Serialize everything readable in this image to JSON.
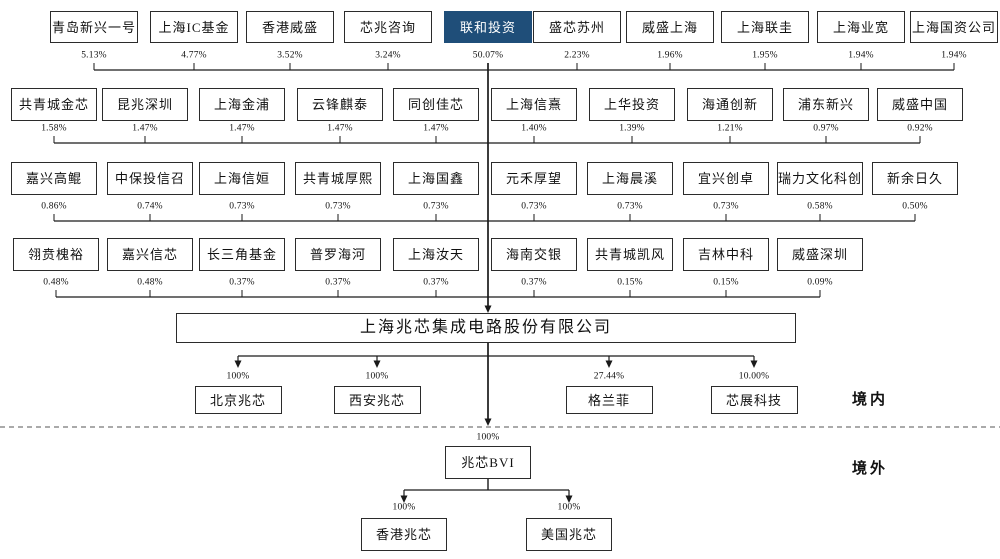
{
  "diagram": {
    "shareholder_rows": [
      {
        "items": [
          {
            "name": "青岛新兴一号",
            "pct": "5.13%"
          },
          {
            "name": "上海IC基金",
            "pct": "4.77%"
          },
          {
            "name": "香港威盛",
            "pct": "3.52%"
          },
          {
            "name": "芯兆咨询",
            "pct": "3.24%"
          },
          {
            "name": "联和投资",
            "pct": "50.07%",
            "highlight": true
          },
          {
            "name": "盛芯苏州",
            "pct": "2.23%"
          },
          {
            "name": "威盛上海",
            "pct": "1.96%"
          },
          {
            "name": "上海联圭",
            "pct": "1.95%"
          },
          {
            "name": "上海业宽",
            "pct": "1.94%"
          },
          {
            "name": "上海国资公司",
            "pct": "1.94%"
          }
        ]
      },
      {
        "items": [
          {
            "name": "共青城金芯",
            "pct": "1.58%"
          },
          {
            "name": "昆兆深圳",
            "pct": "1.47%"
          },
          {
            "name": "上海金浦",
            "pct": "1.47%"
          },
          {
            "name": "云锋麒泰",
            "pct": "1.47%"
          },
          {
            "name": "同创佳芯",
            "pct": "1.47%"
          },
          {
            "name": "上海信熹",
            "pct": "1.40%"
          },
          {
            "name": "上华投资",
            "pct": "1.39%"
          },
          {
            "name": "海通创新",
            "pct": "1.21%"
          },
          {
            "name": "浦东新兴",
            "pct": "0.97%"
          },
          {
            "name": "威盛中国",
            "pct": "0.92%"
          }
        ]
      },
      {
        "items": [
          {
            "name": "嘉兴高鲲",
            "pct": "0.86%"
          },
          {
            "name": "中保投信召",
            "pct": "0.74%"
          },
          {
            "name": "上海信姮",
            "pct": "0.73%"
          },
          {
            "name": "共青城厚熙",
            "pct": "0.73%"
          },
          {
            "name": "上海国鑫",
            "pct": "0.73%"
          },
          {
            "name": "元禾厚望",
            "pct": "0.73%"
          },
          {
            "name": "上海晨溪",
            "pct": "0.73%"
          },
          {
            "name": "宜兴创卓",
            "pct": "0.73%"
          },
          {
            "name": "瑞力文化科创",
            "pct": "0.58%"
          },
          {
            "name": "新余日久",
            "pct": "0.50%"
          }
        ]
      },
      {
        "items": [
          {
            "name": "翎贲槐裕",
            "pct": "0.48%"
          },
          {
            "name": "嘉兴信芯",
            "pct": "0.48%"
          },
          {
            "name": "长三角基金",
            "pct": "0.37%"
          },
          {
            "name": "普罗海河",
            "pct": "0.37%"
          },
          {
            "name": "上海汝天",
            "pct": "0.37%"
          },
          {
            "name": "海南交银",
            "pct": "0.37%"
          },
          {
            "name": "共青城凯风",
            "pct": "0.15%"
          },
          {
            "name": "吉林中科",
            "pct": "0.15%"
          },
          {
            "name": "威盛深圳",
            "pct": "0.09%"
          }
        ]
      }
    ],
    "company": {
      "name": "上海兆芯集成电路股份有限公司"
    },
    "domestic_subsidiaries": [
      {
        "name": "北京兆芯",
        "pct": "100%"
      },
      {
        "name": "西安兆芯",
        "pct": "100%"
      },
      {
        "name": "格兰菲",
        "pct": "27.44%"
      },
      {
        "name": "芯展科技",
        "pct": "10.00%"
      }
    ],
    "bvi_subsidiary": {
      "name": "兆芯BVI",
      "pct": "100%"
    },
    "overseas_subsidiaries": [
      {
        "name": "香港兆芯",
        "pct": "100%"
      },
      {
        "name": "美国兆芯",
        "pct": "100%"
      }
    ],
    "region_labels": {
      "domestic": "境内",
      "overseas": "境外"
    },
    "colors": {
      "highlight_bg": "#1F4E79",
      "highlight_text": "#FFFFFF",
      "line": "#1A1A1A",
      "border": "#2B2B2B"
    }
  }
}
